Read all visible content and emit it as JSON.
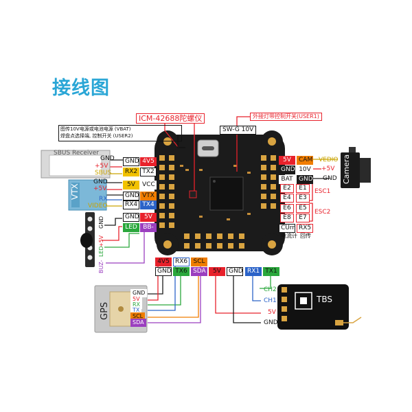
{
  "title": "接线图",
  "notes": {
    "gyro": "ICM-42688陀螺仪",
    "led_switch": "外接灯带控制开关(USER1)",
    "swg": "SW-G 10V",
    "power_select_line1": "图传10V电源或电池电源 (VBAT)",
    "power_select_line2": "焊盘点选择端, 控制开关 (USER2)",
    "current_meter": "电流计",
    "return": "回传",
    "esc1": "ESC1",
    "esc2": "ESC2"
  },
  "devices": {
    "sbus_receiver": "SBUS Receiver",
    "vtx": "VTX",
    "camera": "Camera",
    "gps": "GPS",
    "tbs": "TBS"
  },
  "left_pads": [
    {
      "pad": "4V5",
      "label": "GND",
      "color": "#e8212b"
    },
    {
      "pad": "TX2",
      "label": "RX2",
      "color": "#ffffff"
    },
    {
      "pad": "VCC",
      "label": "5V",
      "color": "#ffffff"
    },
    {
      "pad": "VTX",
      "label": "GND",
      "color": "#ffffff"
    },
    {
      "pad": "TX4",
      "label": "RX4",
      "color": "#2b63c8"
    },
    {
      "pad": "5V",
      "label": "GND",
      "color": "#e8212b"
    },
    {
      "pad": "BB-",
      "label": "LED",
      "color": "#a040c0"
    }
  ],
  "sbus_wires": [
    "GND",
    "+5V",
    "SBUS"
  ],
  "vtx_wires": [
    "GND",
    "+5V",
    "RX",
    "VIDEO"
  ],
  "buzzer_wires": [
    "GND",
    "+5V",
    "LED",
    "BUZ-"
  ],
  "right_pads": [
    {
      "pad": "5V",
      "label": "CAM",
      "side": "VEDIO"
    },
    {
      "pad": "GND",
      "label": "10V",
      "side": "+5V"
    },
    {
      "pad": "BAT",
      "label": "GND",
      "side": "GND"
    }
  ],
  "esc_pads": [
    [
      "E2",
      "E1"
    ],
    [
      "E4",
      "E3"
    ],
    [
      "E6",
      "E5"
    ],
    [
      "E8",
      "E7"
    ]
  ],
  "cur_pads": [
    "CUrr",
    "RX5"
  ],
  "bottom_pads_top": [
    "4V5",
    "RX6",
    "SCL"
  ],
  "bottom_pads": [
    "GND",
    "TX6",
    "SDA",
    "5V",
    "GND",
    "RX1",
    "TX1"
  ],
  "gps_pins": [
    "GND",
    "5V",
    "RX",
    "TX",
    "SCL",
    "SDA"
  ],
  "tbs_pins": [
    "CH2",
    "CH1",
    "5V",
    "GND"
  ],
  "colors": {
    "title": "#2aa6d6",
    "red_note": "#e8212b",
    "gnd_box": "#1a1a1a",
    "red_box": "#e8212b",
    "yellow_box": "#f2c200",
    "orange_box": "#f07d00",
    "blue_box": "#2b63c8",
    "green_box": "#2aa73c",
    "purple_box": "#9b3fbf",
    "pcb": "#1b1b1b",
    "pad_gold": "#d9a441"
  }
}
